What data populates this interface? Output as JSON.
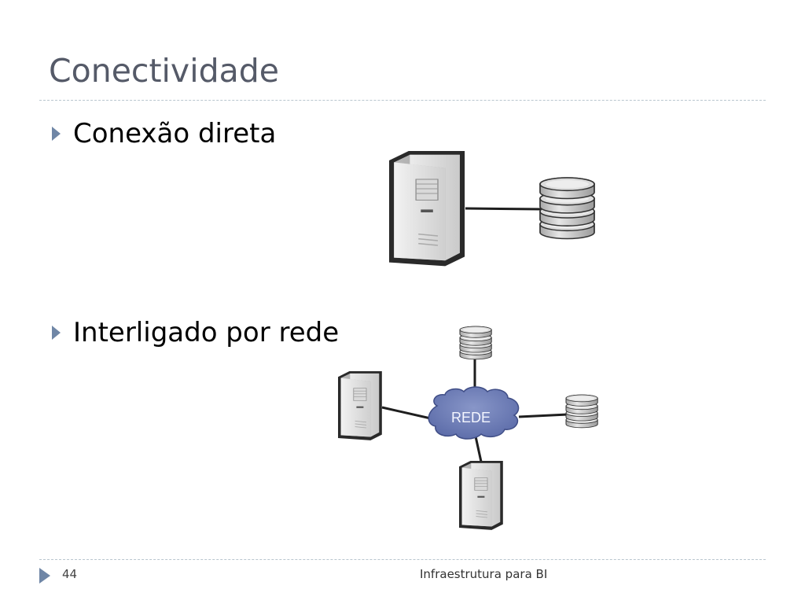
{
  "slide": {
    "title": "Conectividade",
    "bullets": [
      {
        "text": "Conexão direta"
      },
      {
        "text": "Interligado por rede"
      }
    ],
    "network_label": "REDE",
    "footer": {
      "page_number": "44",
      "text": "Infraestrutura para BI"
    }
  },
  "icons": {
    "bullet": "triangle-right-icon",
    "server": "server-tower-icon",
    "database": "database-icon",
    "network": "cloud-icon"
  },
  "colors": {
    "title": "#555a68",
    "accent": "#6f86a6",
    "cloud": "#6d7db6"
  }
}
